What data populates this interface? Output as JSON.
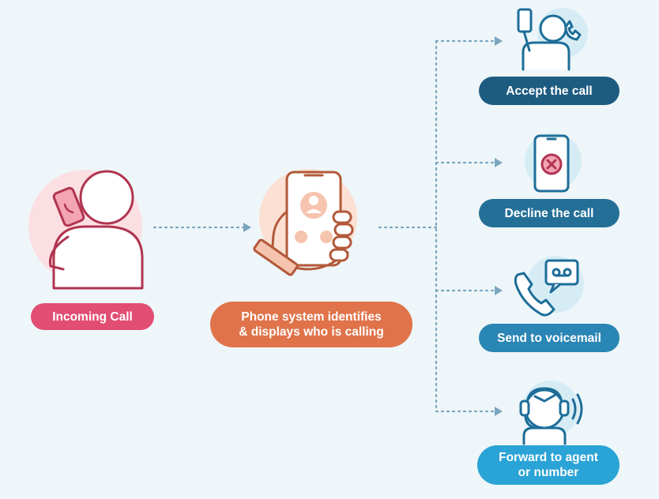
{
  "nodes": {
    "incoming": {
      "label": "Incoming Call",
      "color": "#e24d73"
    },
    "system": {
      "line1": "Phone system identifies",
      "line2": "& displays who is calling",
      "color": "#e0734a"
    },
    "accept": {
      "label": "Accept the call",
      "color": "#1d5b80"
    },
    "decline": {
      "label": "Decline the call",
      "color": "#246f97"
    },
    "voicemail": {
      "label": "Send to voicemail",
      "color": "#2a86b4"
    },
    "forward": {
      "line1": "Forward to agent",
      "line2": "or number",
      "color": "#2aa3d6"
    }
  },
  "icons": {
    "caller": "person-on-phone-icon",
    "handset": "hand-holding-phone-icon",
    "accept": "person-raising-phone-icon",
    "decline": "phone-decline-icon",
    "voicemail": "voicemail-icon",
    "forward": "agent-headset-icon"
  },
  "colors": {
    "background": "#eef6f9",
    "connector": "#7aa5bf",
    "pink_line": "#b0344f",
    "orange_line": "#b2593a",
    "blue_line": "#1d6d99"
  }
}
